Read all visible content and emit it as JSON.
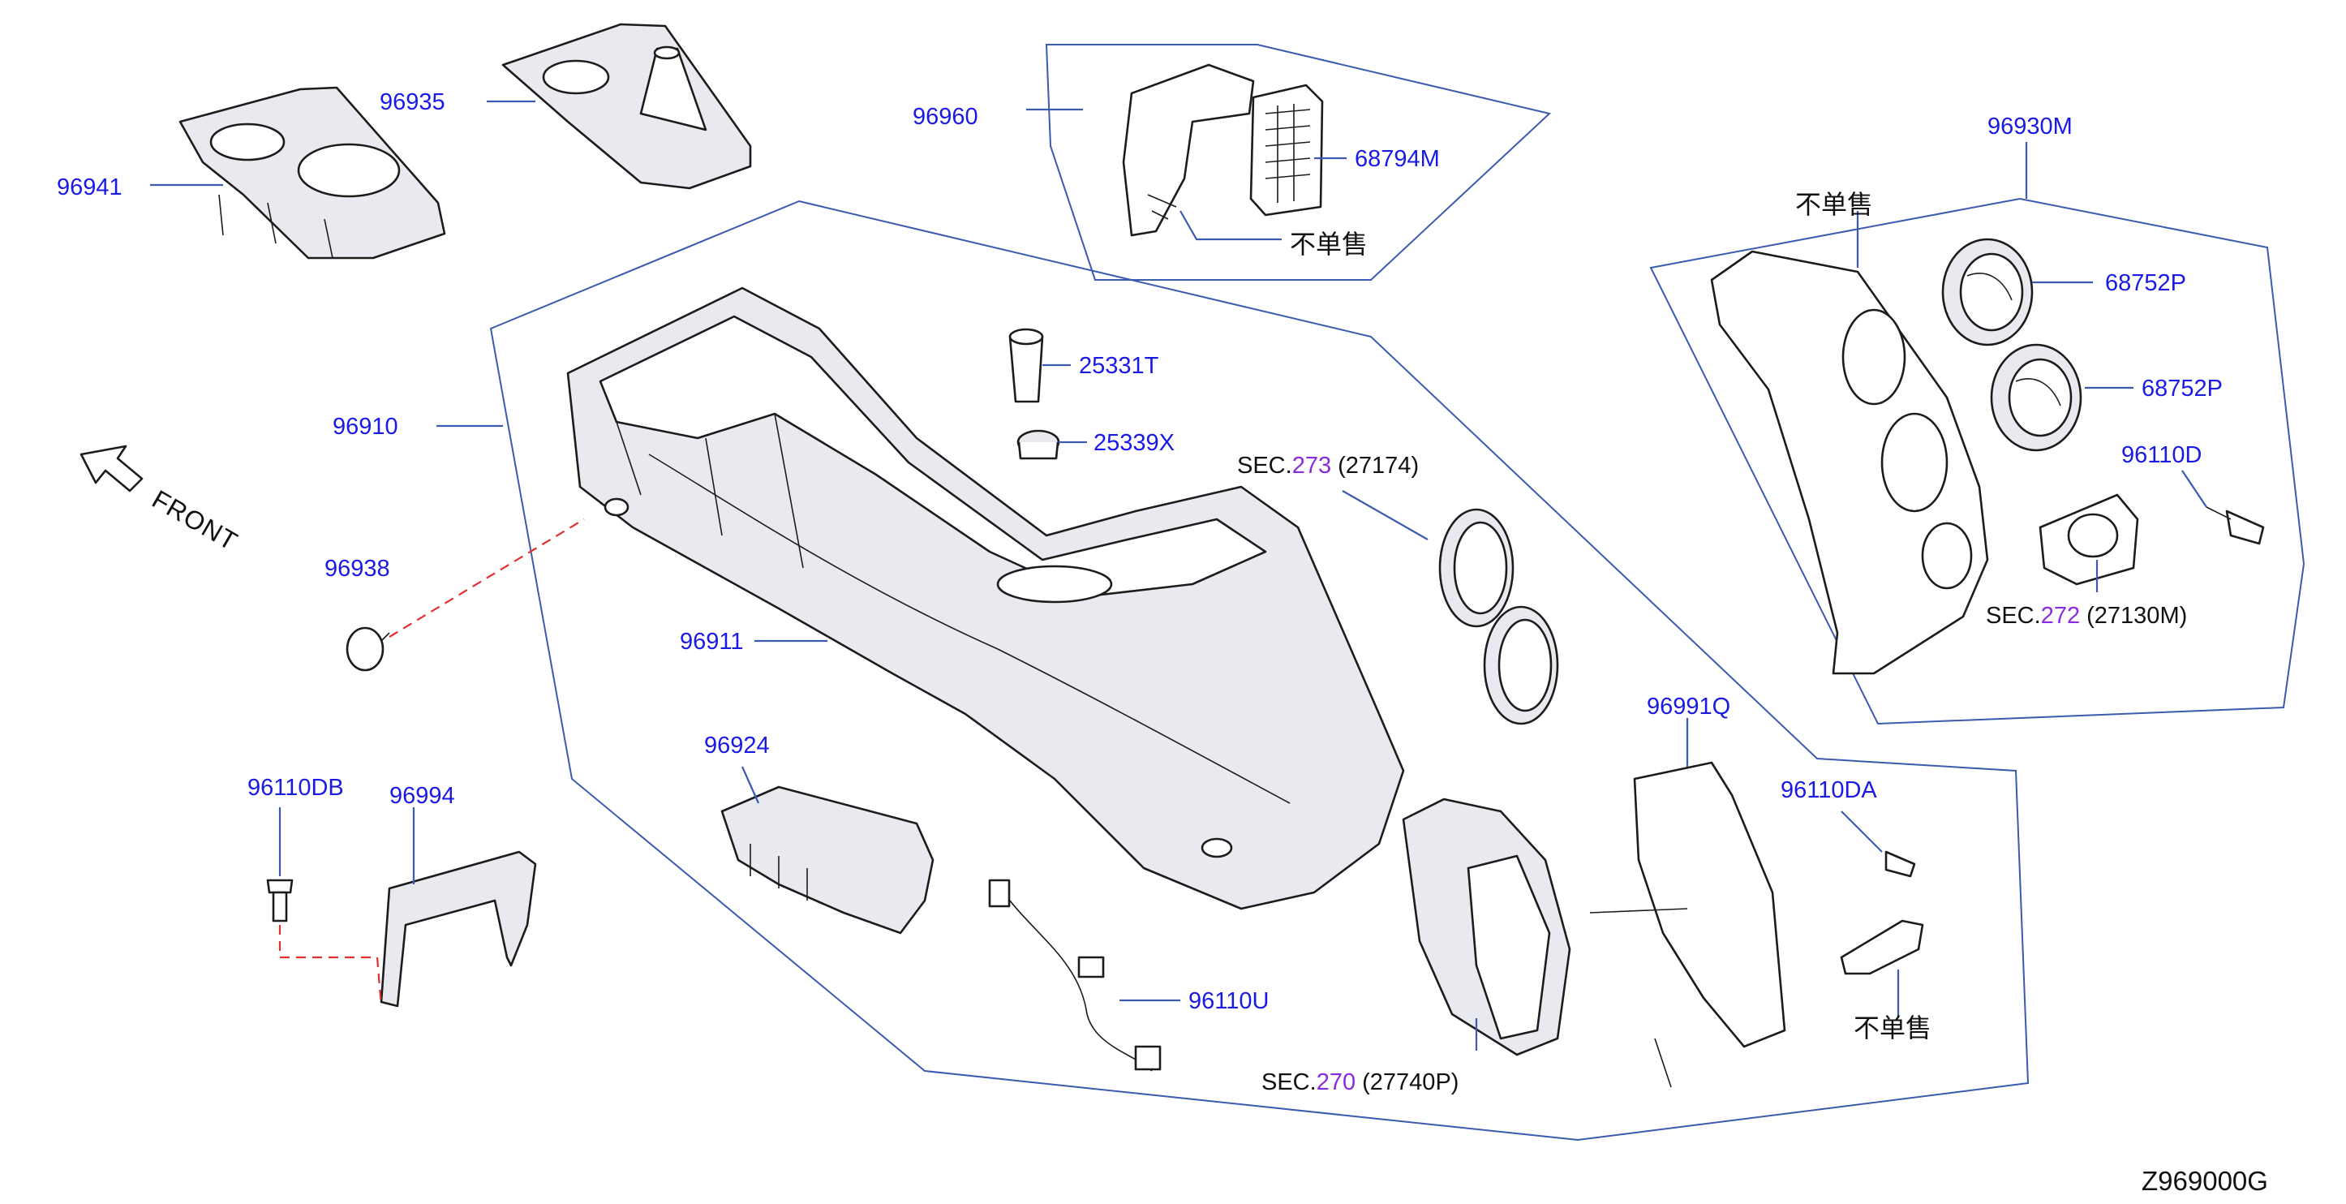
{
  "labels": {
    "p96941": "96941",
    "p96935": "96935",
    "p96960": "96960",
    "p68794M": "68794M",
    "not_sold_1": "不单售",
    "p96930M": "96930M",
    "not_sold_2": "不单售",
    "p68752P_a": "68752P",
    "p68752P_b": "68752P",
    "p96110D": "96110D",
    "sec272_prefix": "SEC.",
    "sec272_num": "272",
    "sec272_ref": "(27130M)",
    "p96910": "96910",
    "p25331T": "25331T",
    "p25339X": "25339X",
    "sec273_prefix": "SEC.",
    "sec273_num": "273",
    "sec273_ref": "(27174)",
    "front": "FRONT",
    "p96938": "96938",
    "p96911": "96911",
    "p96924": "96924",
    "p96991Q": "96991Q",
    "p96110DB": "96110DB",
    "p96994": "96994",
    "p96110DA": "96110DA",
    "p96110U": "96110U",
    "not_sold_3": "不单售",
    "sec270_prefix": "SEC.",
    "sec270_num": "270",
    "sec270_ref": "(27740P)",
    "diagram_code": "Z969000G"
  },
  "colors": {
    "part_number": "#1a1ae6",
    "section_number": "#8a2be2",
    "leader_line": "#3b5bb0",
    "hidden_link": "#e03030"
  }
}
